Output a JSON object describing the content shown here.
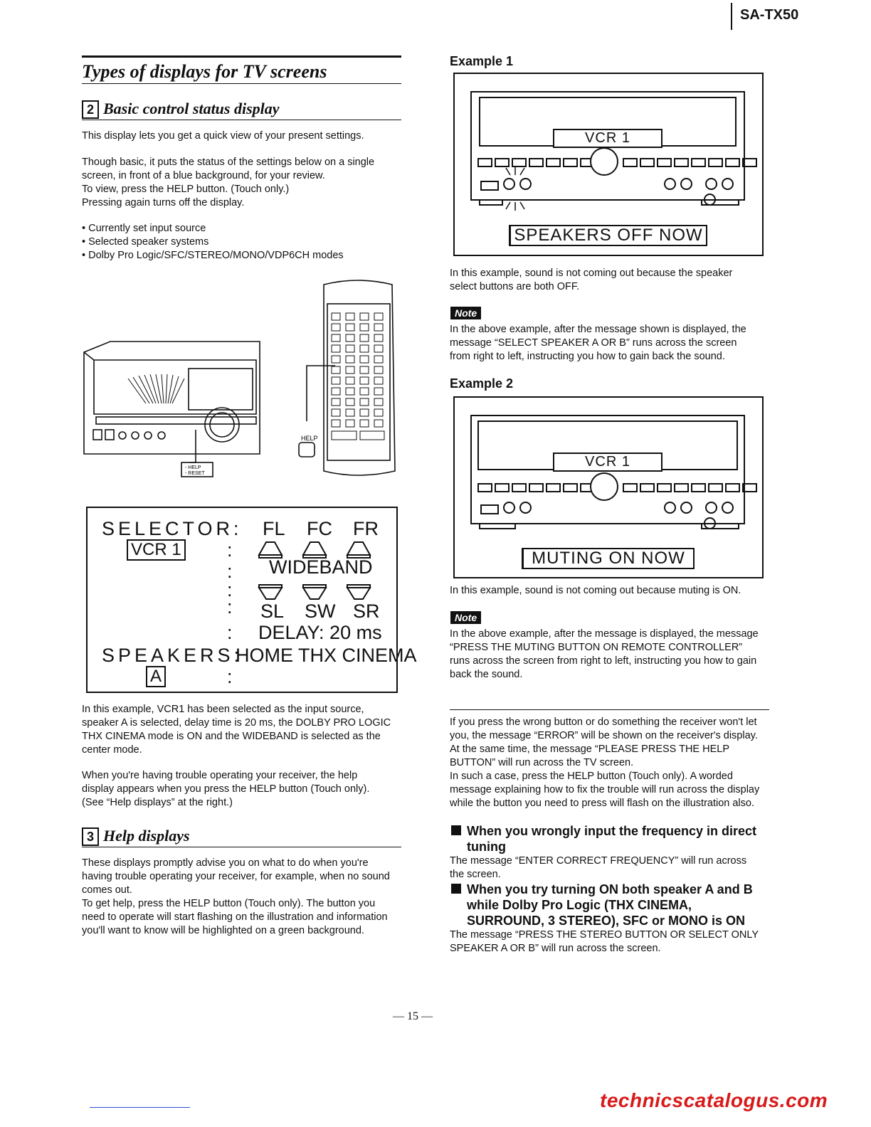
{
  "header": {
    "model": "SA-TX50"
  },
  "left": {
    "title": "Types of displays for TV screens",
    "section2": {
      "num": "2",
      "heading": "Basic control status display",
      "p1": "This display lets you get a quick view of your present settings.",
      "p2_lines": [
        "Though basic, it puts the status of the settings below on a single",
        "screen, in front of a blue background, for your review.",
        "To view, press the HELP button. (Touch only.)",
        "Pressing again turns off the display."
      ],
      "bullets": [
        "• Currently set input source",
        "• Selected speaker systems",
        "• Dolby Pro Logic/SFC/STEREO/MONO/VDP6CH modes"
      ],
      "illus": {
        "help_label": "HELP",
        "help_reset": "- HELP\n- RESET"
      }
    },
    "status_display": {
      "selector": "SELECTOR:",
      "vcr": "VCR 1",
      "fl": "FL",
      "fc": "FC",
      "fr": "FR",
      "wideband": "WIDEBAND",
      "sl": "SL",
      "sw": "SW",
      "sr": "SR",
      "delay": "DELAY: 20 ms",
      "speakers": "SPEAKERS:",
      "mode": "HOME THX CINEMA",
      "a": "A",
      "colon": ":"
    },
    "p_example_lines": [
      "In this example, VCR1 has been selected as the input source,",
      "speaker A is selected, delay time is 20 ms, the DOLBY PRO LOGIC",
      "THX CINEMA mode is ON and the WIDEBAND is selected as the",
      "center mode."
    ],
    "p_trouble_lines": [
      "When you're having trouble operating your receiver, the help",
      "display appears when you press the HELP button (Touch only).",
      "(See “Help displays” at the right.)"
    ],
    "section3": {
      "num": "3",
      "heading": "Help displays",
      "lines": [
        "These displays promptly advise you on what to do when you're",
        "having trouble operating your receiver, for example, when no sound",
        "comes out.",
        "To get help, press the HELP button (Touch only). The button you",
        "need to operate will start flashing on the illustration and information",
        "you'll want to know will be highlighted on a green background."
      ]
    }
  },
  "right": {
    "ex1": {
      "heading": "Example 1",
      "vcr": "VCR 1",
      "message": "SPEAKERS OFF NOW",
      "text_lines": [
        "In this example, sound is not coming out because the speaker",
        "select buttons are both OFF."
      ],
      "note": "Note",
      "note_lines": [
        "In the above example, after the message shown is displayed, the",
        "message “SELECT SPEAKER A OR B” runs across the screen",
        "from right to left, instructing you how to gain back the sound."
      ]
    },
    "ex2": {
      "heading": "Example 2",
      "vcr": "VCR 1",
      "message": "MUTING ON NOW",
      "text": "In this example, sound is not coming out because muting is ON.",
      "note": "Note",
      "note_lines": [
        "In the above example, after the message is displayed, the message",
        "“PRESS THE MUTING BUTTON ON REMOTE CONTROLLER”",
        "runs across the screen from right to left, instructing you how to gain",
        "back the sound."
      ]
    },
    "wrong_lines": [
      "If you press the wrong button or do something the receiver won't let",
      "you, the message “ERROR” will be shown on the receiver's display.",
      "At the same time, the message “PLEASE PRESS THE HELP",
      "BUTTON” will run across the TV screen.",
      "In such a case, press the HELP button (Touch only). A worded",
      "message explaining how to fix the trouble will run across the display",
      "while the button you need to press will flash on the illustration also."
    ],
    "freq": {
      "heading_lines": [
        "When you wrongly input the frequency in direct",
        "tuning"
      ],
      "lines": [
        "The message “ENTER CORRECT FREQUENCY” will run across",
        "the screen."
      ]
    },
    "speakerab": {
      "heading_lines": [
        "When you try turning ON both speaker A and B",
        "while Dolby Pro Logic (THX CINEMA,",
        "SURROUND, 3 STEREO), SFC or MONO is ON"
      ],
      "lines": [
        "The message “PRESS THE STEREO BUTTON OR SELECT ONLY",
        "SPEAKER A OR B” will run across the screen."
      ]
    }
  },
  "footer": {
    "page": "— 15 —",
    "watermark": "technicscatalogus.com"
  }
}
